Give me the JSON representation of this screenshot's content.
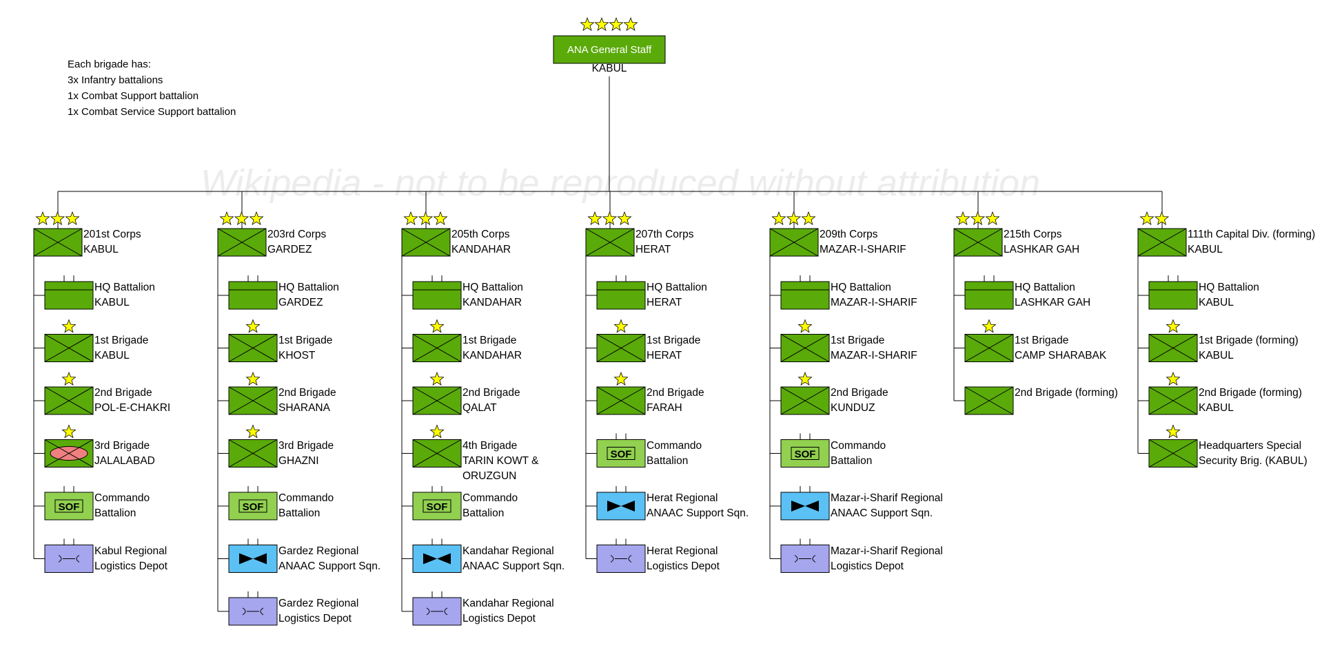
{
  "note": [
    "Each brigade has:",
    "3x Infantry battalions",
    "1x Combat Support battalion",
    "1x Combat Service Support battalion"
  ],
  "watermark": "Wikipedia - not to be reproduced without attribution",
  "top": {
    "name": "ANA General Staff",
    "location": "KABUL",
    "stars": 4
  },
  "sof_text": "SOF",
  "colors": {
    "infantry": "#5aaa0a",
    "sof": "#92d050",
    "aviation": "#5bc1f5",
    "logistics": "#a6a6ee",
    "star": "#ffff00",
    "pink": "#f08080"
  },
  "corps": [
    {
      "name": "201st Corps",
      "location": "KABUL",
      "stars": 3,
      "units": [
        {
          "type": "hq",
          "lines": [
            "HQ Battalion",
            "KABUL"
          ]
        },
        {
          "type": "brigade",
          "stars": 1,
          "lines": [
            "1st Brigade",
            "KABUL"
          ]
        },
        {
          "type": "brigade",
          "stars": 1,
          "lines": [
            "2nd Brigade",
            "POL-E-CHAKRI"
          ]
        },
        {
          "type": "brigade-airmobile",
          "stars": 1,
          "lines": [
            "3rd Brigade",
            "JALALABAD"
          ]
        },
        {
          "type": "sof",
          "lines": [
            "Commando",
            "Battalion"
          ]
        },
        {
          "type": "logistics",
          "lines": [
            "Kabul Regional",
            "Logistics Depot"
          ]
        }
      ]
    },
    {
      "name": "203rd Corps",
      "location": "GARDEZ",
      "stars": 3,
      "units": [
        {
          "type": "hq",
          "lines": [
            "HQ Battalion",
            "GARDEZ"
          ]
        },
        {
          "type": "brigade",
          "stars": 1,
          "lines": [
            "1st Brigade",
            "KHOST"
          ]
        },
        {
          "type": "brigade",
          "stars": 1,
          "lines": [
            "2nd Brigade",
            "SHARANA"
          ]
        },
        {
          "type": "brigade",
          "stars": 1,
          "lines": [
            "3rd Brigade",
            "GHAZNI"
          ]
        },
        {
          "type": "sof",
          "lines": [
            "Commando",
            "Battalion"
          ]
        },
        {
          "type": "aviation",
          "lines": [
            "Gardez Regional",
            "ANAAC Support Sqn."
          ]
        },
        {
          "type": "logistics",
          "lines": [
            "Gardez Regional",
            "Logistics Depot"
          ]
        }
      ]
    },
    {
      "name": "205th Corps",
      "location": "KANDAHAR",
      "stars": 3,
      "units": [
        {
          "type": "hq",
          "lines": [
            "HQ Battalion",
            "KANDAHAR"
          ]
        },
        {
          "type": "brigade",
          "stars": 1,
          "lines": [
            "1st Brigade",
            "KANDAHAR"
          ]
        },
        {
          "type": "brigade",
          "stars": 1,
          "lines": [
            "2nd Brigade",
            "QALAT"
          ]
        },
        {
          "type": "brigade",
          "stars": 1,
          "lines": [
            "4th Brigade",
            "TARIN KOWT &",
            "ORUZGUN"
          ]
        },
        {
          "type": "sof",
          "lines": [
            "Commando",
            "Battalion"
          ]
        },
        {
          "type": "aviation",
          "lines": [
            "Kandahar Regional",
            "ANAAC Support Sqn."
          ]
        },
        {
          "type": "logistics",
          "lines": [
            "Kandahar Regional",
            "Logistics Depot"
          ]
        }
      ]
    },
    {
      "name": "207th Corps",
      "location": "HERAT",
      "stars": 3,
      "units": [
        {
          "type": "hq",
          "lines": [
            "HQ Battalion",
            "HERAT"
          ]
        },
        {
          "type": "brigade",
          "stars": 1,
          "lines": [
            "1st Brigade",
            "HERAT"
          ]
        },
        {
          "type": "brigade",
          "stars": 1,
          "lines": [
            "2nd Brigade",
            "FARAH"
          ]
        },
        {
          "type": "sof",
          "lines": [
            "Commando",
            "Battalion"
          ]
        },
        {
          "type": "aviation",
          "lines": [
            "Herat Regional",
            "ANAAC Support Sqn."
          ]
        },
        {
          "type": "logistics",
          "lines": [
            "Herat Regional",
            "Logistics Depot"
          ]
        }
      ]
    },
    {
      "name": "209th Corps",
      "location": "MAZAR-I-SHARIF",
      "stars": 3,
      "units": [
        {
          "type": "hq",
          "lines": [
            "HQ Battalion",
            "MAZAR-I-SHARIF"
          ]
        },
        {
          "type": "brigade",
          "stars": 1,
          "lines": [
            "1st Brigade",
            "MAZAR-I-SHARIF"
          ]
        },
        {
          "type": "brigade",
          "stars": 1,
          "lines": [
            "2nd Brigade",
            "KUNDUZ"
          ]
        },
        {
          "type": "sof",
          "lines": [
            "Commando",
            "Battalion"
          ]
        },
        {
          "type": "aviation",
          "lines": [
            "Mazar-i-Sharif Regional",
            "ANAAC Support Sqn."
          ]
        },
        {
          "type": "logistics",
          "lines": [
            "Mazar-i-Sharif Regional",
            "Logistics Depot"
          ]
        }
      ]
    },
    {
      "name": "215th Corps",
      "location": "LASHKAR GAH",
      "stars": 3,
      "units": [
        {
          "type": "hq",
          "lines": [
            "HQ Battalion",
            "LASHKAR GAH"
          ]
        },
        {
          "type": "brigade",
          "stars": 1,
          "lines": [
            "1st Brigade",
            "CAMP SHARABAK"
          ]
        },
        {
          "type": "brigade",
          "stars": 0,
          "lines": [
            "2nd Brigade (forming)"
          ]
        }
      ]
    },
    {
      "name": "111th Capital Div. (forming)",
      "location": "KABUL",
      "stars": 2,
      "units": [
        {
          "type": "hq",
          "lines": [
            "HQ Battalion",
            "KABUL"
          ]
        },
        {
          "type": "brigade",
          "stars": 1,
          "lines": [
            "1st Brigade (forming)",
            "KABUL"
          ]
        },
        {
          "type": "brigade",
          "stars": 1,
          "lines": [
            "2nd Brigade (forming)",
            "KABUL"
          ]
        },
        {
          "type": "brigade",
          "stars": 1,
          "lines": [
            "Headquarters Special",
            "Security Brig. (KABUL)"
          ]
        }
      ]
    }
  ]
}
